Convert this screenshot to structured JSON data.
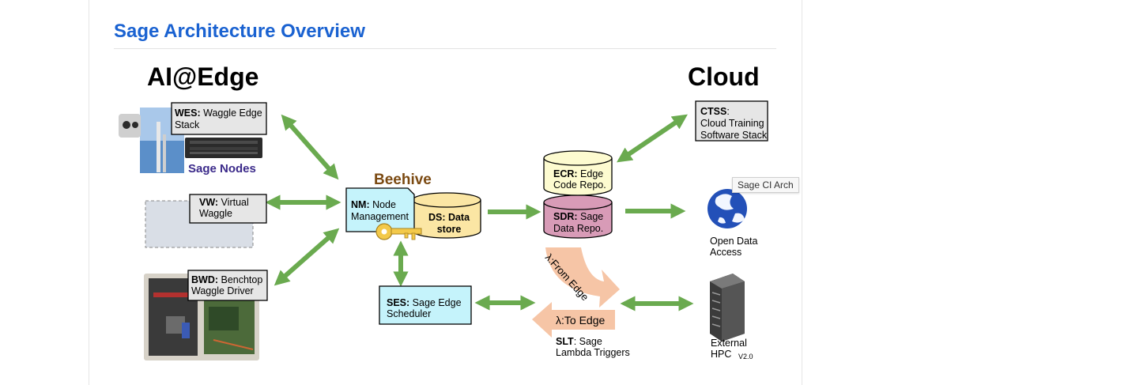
{
  "page": {
    "title": "Sage Architecture Overview",
    "tooltip": "Sage CI Arch"
  },
  "diagram": {
    "headings": {
      "edge": "AI@Edge",
      "cloud": "Cloud",
      "beehive": "Beehive"
    },
    "sage_nodes_label": "Sage Nodes",
    "boxes": {
      "wes": {
        "abbr": "WES:",
        "line1": " Waggle Edge",
        "line2": "Stack"
      },
      "vw": {
        "abbr": "VW:",
        "line1": " Virtual",
        "line2": "Waggle"
      },
      "bwd": {
        "abbr": "BWD:",
        "line1": " Benchtop",
        "line2": "Waggle Driver"
      },
      "nm": {
        "abbr": "NM:",
        "line1": " Node",
        "line2": "Management"
      },
      "ses": {
        "abbr": "SES:",
        "line1": " Sage Edge",
        "line2": "Scheduler"
      },
      "ctss": {
        "abbr": "CTSS",
        "line1": ":",
        "line2": "Cloud Training",
        "line3": "Software Stack"
      }
    },
    "cylinders": {
      "ds": {
        "line1": "DS: Data",
        "line2": "store"
      },
      "ecr": {
        "abbr": "ECR:",
        "line1": " Edge",
        "line2": "Code Repo."
      },
      "sdr": {
        "abbr": "SDR:",
        "line1": " Sage",
        "line2": "Data Repo."
      }
    },
    "lambda": {
      "from_edge": "λ:From Edge",
      "to_edge": "λ:To Edge"
    },
    "slt": {
      "abbr": "SLT",
      "line1": ": Sage",
      "line2": "Lambda Triggers"
    },
    "open_data": {
      "line1": "Open Data",
      "line2": "Access"
    },
    "hpc": {
      "line1": "External",
      "line2": "HPC",
      "version": "V2.0"
    },
    "colors": {
      "arrow_green": "#6aaa4f",
      "box_blue": "#c5f3fb",
      "box_gray": "#e6e6e6",
      "cyl_yellow": "#fbe6a4",
      "cyl_cream": "#fdfbd0",
      "cyl_pink": "#d89bb7",
      "lambda_peach": "#f6c5a6",
      "beehive_brown": "#7b4a12",
      "sage_purple": "#3b2a8a"
    }
  }
}
